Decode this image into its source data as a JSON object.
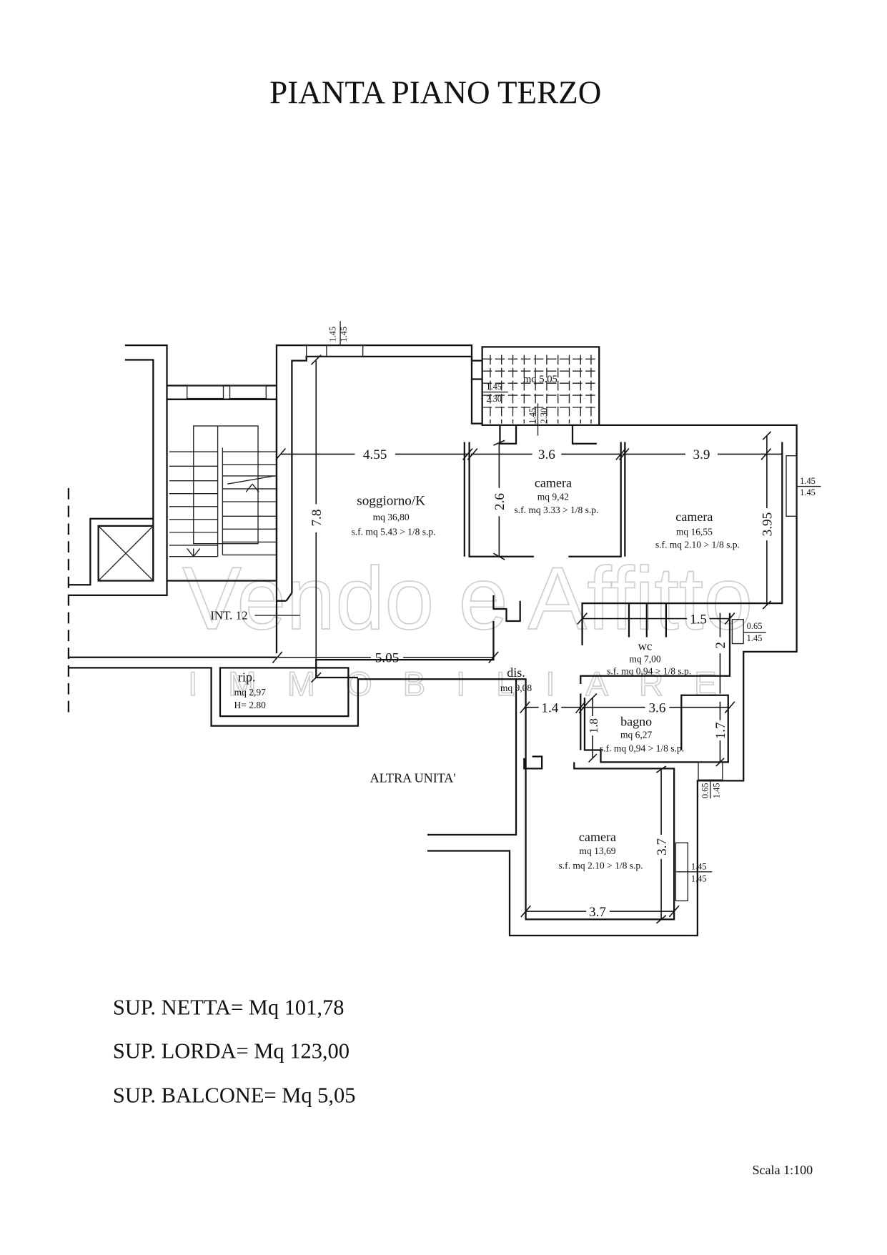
{
  "title": "PIANTA PIANO TERZO",
  "watermark": {
    "brand": "Vendo e Affitto",
    "sub": "IMMOBILIARE"
  },
  "rooms": {
    "soggiorno": {
      "name": "soggiorno/K",
      "area": "mq 36,80",
      "sf": "s.f. mq 5.43 > 1/8 s.p."
    },
    "camera1": {
      "name": "camera",
      "area": "mq 9,42",
      "sf": "s.f. mq 3.33 > 1/8 s.p."
    },
    "camera2": {
      "name": "camera",
      "area": "mq 16,55",
      "sf": "s.f. mq 2.10 > 1/8 s.p."
    },
    "dis": {
      "name": "dis.",
      "area": "mq 9,08"
    },
    "wc": {
      "name": "wc",
      "area": "mq 7,00",
      "sf": "s.f. mq 0,94 > 1/8 s.p."
    },
    "bagno": {
      "name": "bagno",
      "area": "mq 6,27",
      "sf": "s.f. mq 0,94 > 1/8 s.p."
    },
    "camera3": {
      "name": "camera",
      "area": "mq 13,69",
      "sf": "s.f. mq 2.10 > 1/8 s.p."
    },
    "rip": {
      "name": "rip.",
      "area": "mq 2,97",
      "height": "H= 2.80"
    },
    "balcone": {
      "area": "mq 5.05"
    }
  },
  "labels": {
    "int": "INT. 12",
    "altra": "ALTRA UNITA'"
  },
  "dimensions": {
    "d455": "4.55",
    "d36a": "3.6",
    "d39": "3.9",
    "d78": "7.8",
    "d26": "2.6",
    "d395": "3.95",
    "d505": "5.05",
    "d15": "1.5",
    "d2": "2",
    "d14": "1.4",
    "d36b": "3.6",
    "d18": "1.8",
    "d17": "1.7",
    "d37v": "3.7",
    "d37h": "3.7"
  },
  "windows": {
    "top": [
      "1.45",
      "1.45"
    ],
    "balcony_h": [
      "1.45",
      "2.30"
    ],
    "balcony_v": [
      "1.45",
      "2.30"
    ],
    "camera2": [
      "1.45",
      "1.45"
    ],
    "wc": [
      "0.65",
      "1.45"
    ],
    "bagno": [
      "0.65",
      "1.45"
    ],
    "camera3": [
      "1.45",
      "1.45"
    ]
  },
  "summary": {
    "netta": "SUP. NETTA= Mq 101,78",
    "lorda": "SUP. LORDA= Mq 123,00",
    "balcone": "SUP. BALCONE= Mq 5,05"
  },
  "scale": "Scala 1:100"
}
